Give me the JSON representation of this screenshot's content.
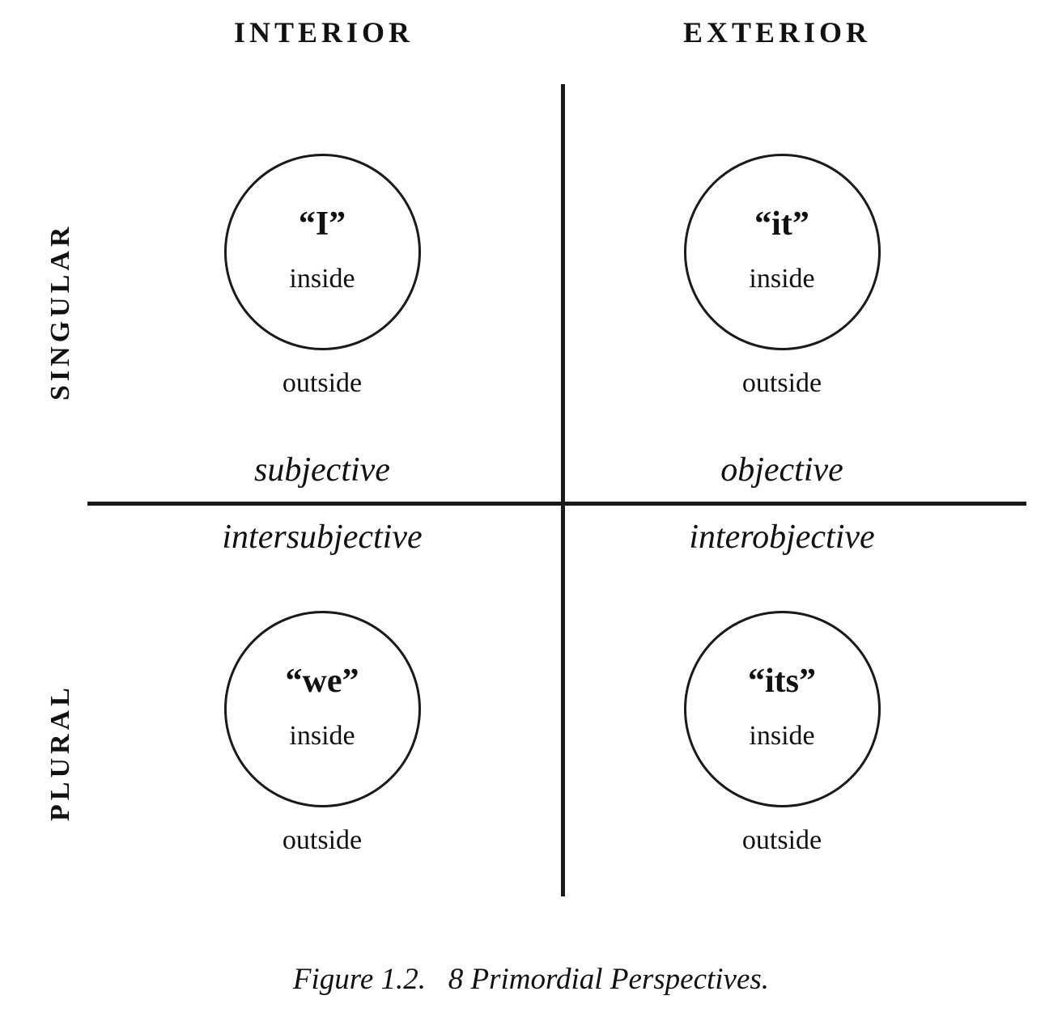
{
  "figure": {
    "caption": "Figure 1.2.   8 Primordial Perspectives.",
    "column_headers": {
      "left": "INTERIOR",
      "right": "EXTERIOR"
    },
    "row_headers": {
      "top": "SINGULAR",
      "bottom": "PLURAL"
    },
    "axis_color": "#1a1a1a",
    "background_color": "#ffffff",
    "text_color": "#111111"
  },
  "quadrants": {
    "upper_left": {
      "pronoun": "“I”",
      "inside": "inside",
      "outside": "outside",
      "perspective": "subjective"
    },
    "upper_right": {
      "pronoun": "“it”",
      "inside": "inside",
      "outside": "outside",
      "perspective": "objective"
    },
    "lower_left": {
      "pronoun": "“we”",
      "inside": "inside",
      "outside": "outside",
      "perspective": "intersubjective"
    },
    "lower_right": {
      "pronoun": "“its”",
      "inside": "inside",
      "outside": "outside",
      "perspective": "interobjective"
    }
  }
}
